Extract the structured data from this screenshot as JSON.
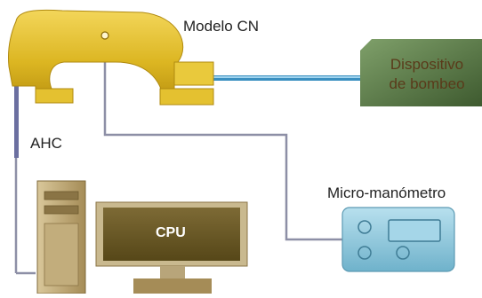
{
  "labels": {
    "modelo": "Modelo CN",
    "dispositivo_line1": "Dispositivo",
    "dispositivo_line2": "de bombeo",
    "ahc": "AHC",
    "micromanometro": "Micro-manómetro",
    "cpu": "CPU"
  },
  "colors": {
    "model": "#e0bd2a",
    "model_dark": "#b08a10",
    "pump": "#4f6b3c",
    "tube": "#3a8fc0",
    "wire": "#8d8fa6",
    "cable": "#6b6fa0",
    "cpu_frame": "#9a7f4c",
    "cpu_body": "#6b5a2a",
    "micro": "#8dc8de"
  }
}
